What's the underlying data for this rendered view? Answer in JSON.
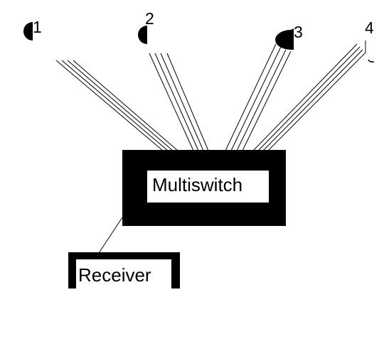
{
  "diagram": {
    "dishes": [
      {
        "label": "1"
      },
      {
        "label": "2"
      },
      {
        "label": "3"
      },
      {
        "label": "4"
      }
    ],
    "multiswitch": {
      "label": "Multiswitch"
    },
    "receiver": {
      "label": "Receiver"
    }
  }
}
